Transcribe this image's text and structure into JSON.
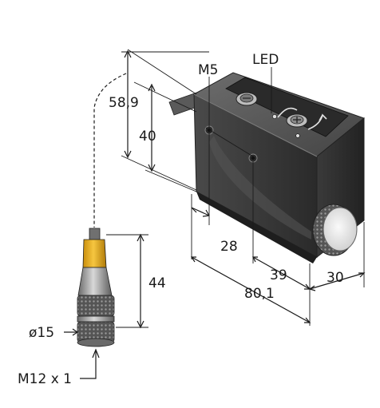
{
  "labels": {
    "led": "LED",
    "m5": "M5",
    "d58_9": "58,9",
    "d40": "40",
    "d28": "28",
    "d39": "39",
    "d80_1": "80,1",
    "d30": "30",
    "d44": "44",
    "d15": "ø15",
    "m12": "M12 x 1"
  },
  "colors": {
    "housing": "#3b3b3b",
    "housing_top": "#5a5a5a",
    "connector_yellow": "#f0b41e",
    "lens": "#e9e9e9"
  }
}
